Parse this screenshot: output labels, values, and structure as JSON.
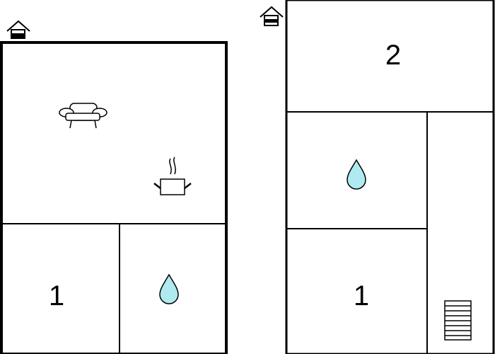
{
  "colors": {
    "wall": "#000000",
    "background": "#ffffff",
    "water": "#aeeaf0"
  },
  "floor_left": {
    "entrance_icon": "house-entrance-icon",
    "living_icon": "sofa-icon",
    "kitchen_icon": "cooking-pot-icon",
    "bedroom_label": "1",
    "bathroom_icon": "water-drop-icon"
  },
  "floor_right": {
    "entrance_icon": "house-entrance-icon",
    "bedroom_top_label": "2",
    "bathroom_icon": "water-drop-icon",
    "bedroom_bottom_label": "1",
    "stairs_icon": "stairs-icon"
  }
}
